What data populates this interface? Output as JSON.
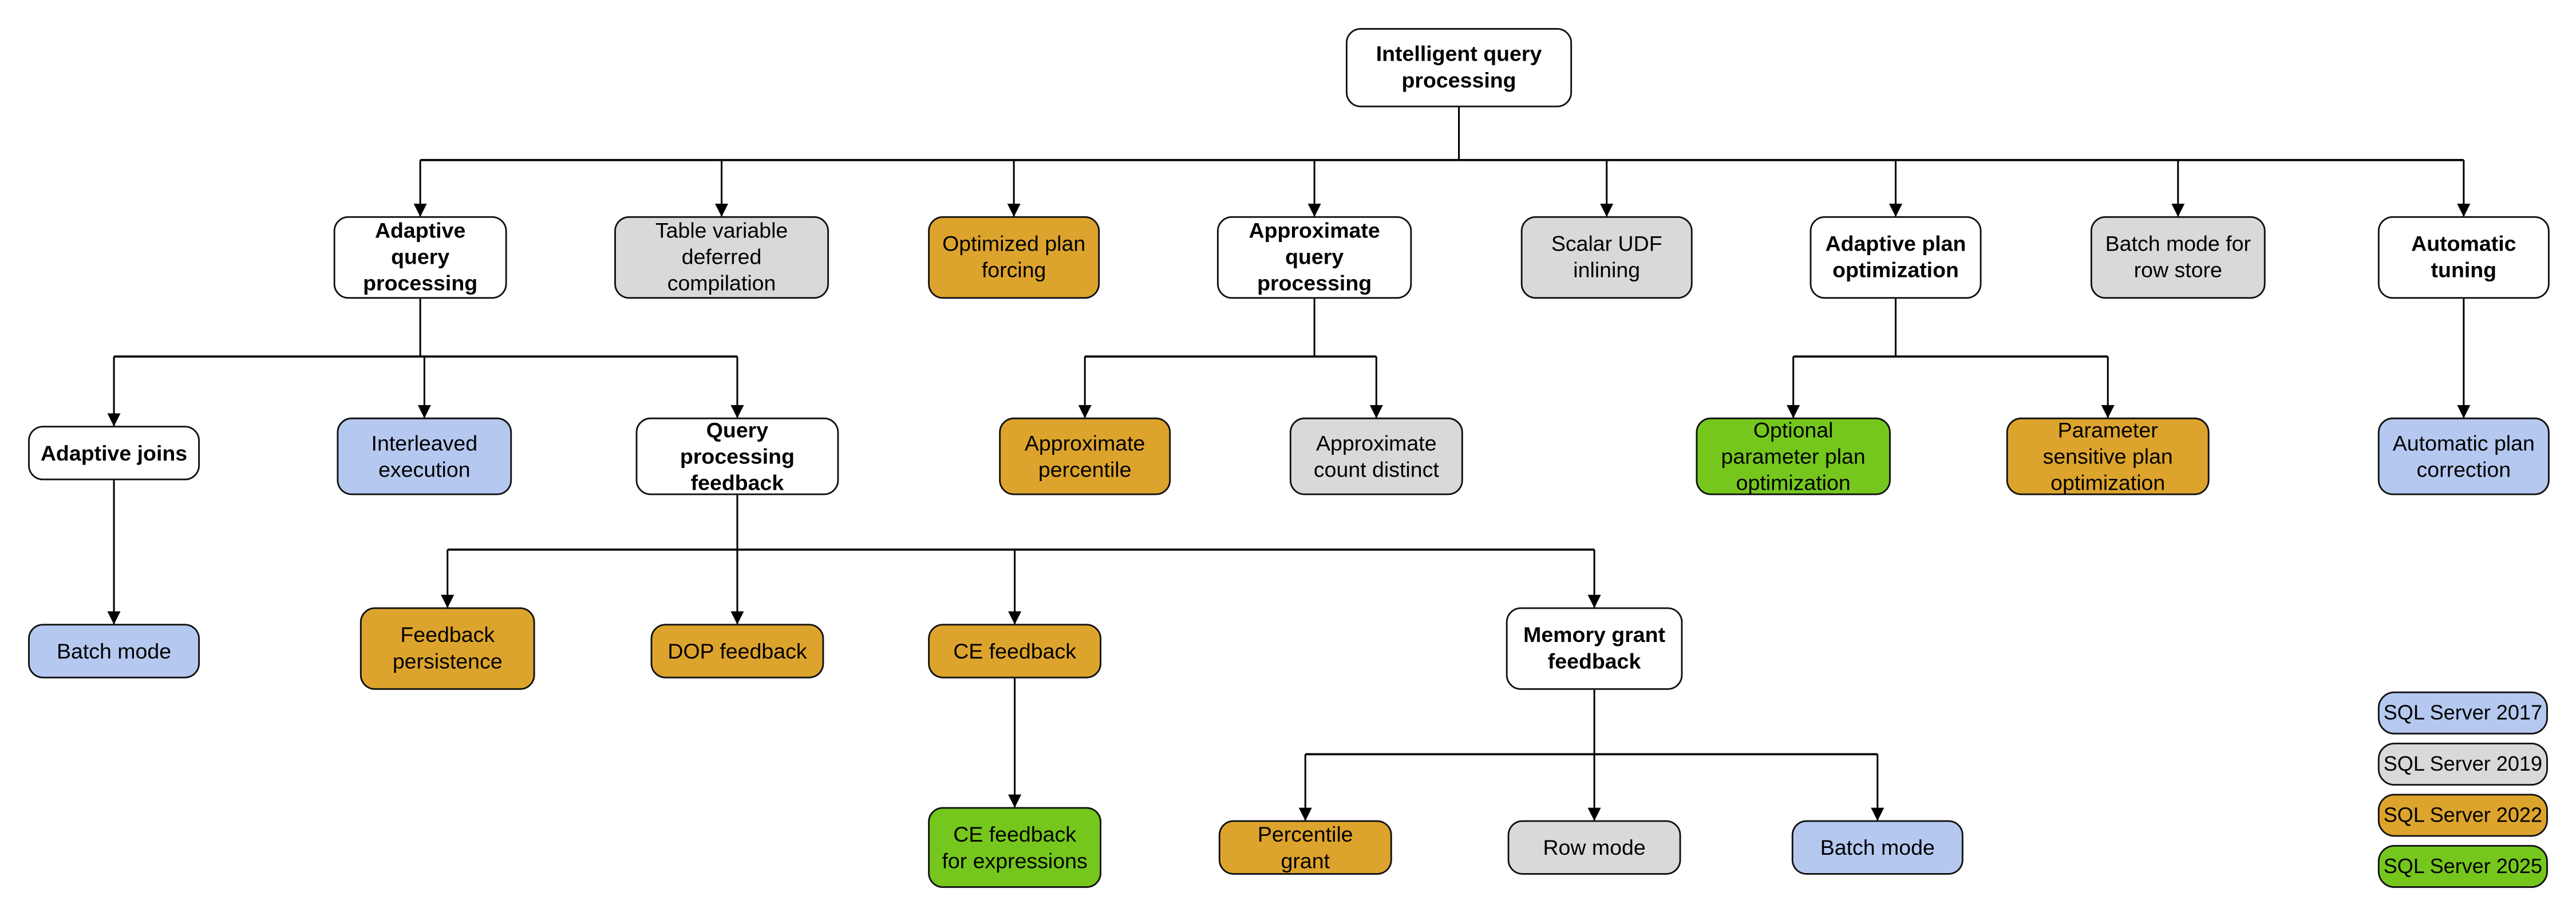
{
  "nodes": {
    "root": {
      "label": "Intelligent query processing",
      "version": null
    },
    "aqp": {
      "label": "Adaptive query processing",
      "version": null
    },
    "tvdc": {
      "label": "Table variable deferred compilation",
      "version": "2019"
    },
    "opf": {
      "label": "Optimized plan forcing",
      "version": "2022"
    },
    "aqproc": {
      "label": "Approximate query processing",
      "version": null
    },
    "sudf": {
      "label": "Scalar UDF inlining",
      "version": "2019"
    },
    "apo": {
      "label": "Adaptive plan optimization",
      "version": null
    },
    "bmrs": {
      "label": "Batch mode for row store",
      "version": "2019"
    },
    "at": {
      "label": "Automatic tuning",
      "version": null
    },
    "aj": {
      "label": "Adaptive joins",
      "version": null
    },
    "ie": {
      "label": "Interleaved execution",
      "version": "2017"
    },
    "qpf": {
      "label": "Query processing feedback",
      "version": null
    },
    "ap": {
      "label": "Approximate percentile",
      "version": "2022"
    },
    "acd": {
      "label": "Approximate count distinct",
      "version": "2019"
    },
    "oppo": {
      "label": "Optional parameter plan optimization",
      "version": "2025"
    },
    "pspo": {
      "label": "Parameter sensitive plan optimization",
      "version": "2022"
    },
    "apc": {
      "label": "Automatic plan correction",
      "version": "2017"
    },
    "bm1": {
      "label": "Batch mode",
      "version": "2017"
    },
    "fp": {
      "label": "Feedback persistence",
      "version": "2022"
    },
    "dop": {
      "label": "DOP feedback",
      "version": "2022"
    },
    "cef": {
      "label": "CE feedback",
      "version": "2022"
    },
    "mgf": {
      "label": "Memory grant feedback",
      "version": null
    },
    "cefe": {
      "label": "CE feedback for expressions",
      "version": "2025"
    },
    "pg": {
      "label": "Percentile grant",
      "version": "2022"
    },
    "rm": {
      "label": "Row mode",
      "version": "2019"
    },
    "bm2": {
      "label": "Batch mode",
      "version": "2017"
    }
  },
  "edges": [
    [
      "root",
      "aqp"
    ],
    [
      "root",
      "tvdc"
    ],
    [
      "root",
      "opf"
    ],
    [
      "root",
      "aqproc"
    ],
    [
      "root",
      "sudf"
    ],
    [
      "root",
      "apo"
    ],
    [
      "root",
      "bmrs"
    ],
    [
      "root",
      "at"
    ],
    [
      "aqp",
      "aj"
    ],
    [
      "aqp",
      "ie"
    ],
    [
      "aqp",
      "qpf"
    ],
    [
      "aj",
      "bm1"
    ],
    [
      "qpf",
      "fp"
    ],
    [
      "qpf",
      "dop"
    ],
    [
      "qpf",
      "cef"
    ],
    [
      "qpf",
      "mgf"
    ],
    [
      "cef",
      "cefe"
    ],
    [
      "mgf",
      "pg"
    ],
    [
      "mgf",
      "rm"
    ],
    [
      "mgf",
      "bm2"
    ],
    [
      "aqproc",
      "ap"
    ],
    [
      "aqproc",
      "acd"
    ],
    [
      "apo",
      "oppo"
    ],
    [
      "apo",
      "pspo"
    ],
    [
      "at",
      "apc"
    ]
  ],
  "legend": {
    "items": [
      {
        "label": "SQL Server 2017",
        "version": "2017",
        "color": "#b5c8f0"
      },
      {
        "label": "SQL Server 2019",
        "version": "2019",
        "color": "#d9d9d9"
      },
      {
        "label": "SQL Server 2022",
        "version": "2022",
        "color": "#dda42d"
      },
      {
        "label": "SQL Server 2025",
        "version": "2025",
        "color": "#75c71d"
      }
    ]
  },
  "colors": {
    "2017": "#b5c8f0",
    "2019": "#d9d9d9",
    "2022": "#dda42d",
    "2025": "#75c71d",
    "default": "#ffffff",
    "line": "#000000"
  }
}
